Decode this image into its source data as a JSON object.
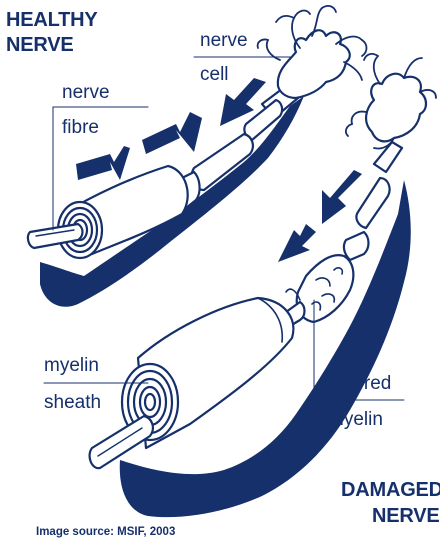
{
  "colors": {
    "ink": "#16306b",
    "fill": "#ffffff",
    "background": "#ffffff"
  },
  "healthy": {
    "heading_line1": "HEALTHY",
    "heading_line2": "NERVE"
  },
  "damaged": {
    "heading_line1": "DAMAGED",
    "heading_line2": "NERVE"
  },
  "labels": {
    "nerve_cell_line1": "nerve",
    "nerve_cell_line2": "cell",
    "nerve_fibre_line1": "nerve",
    "nerve_fibre_line2": "fibre",
    "myelin_sheath_line1": "myelin",
    "myelin_sheath_line2": "sheath",
    "scarred_myelin_line1": "scarred",
    "scarred_myelin_line2": "myelin"
  },
  "source": "Image source: MSIF, 2003"
}
